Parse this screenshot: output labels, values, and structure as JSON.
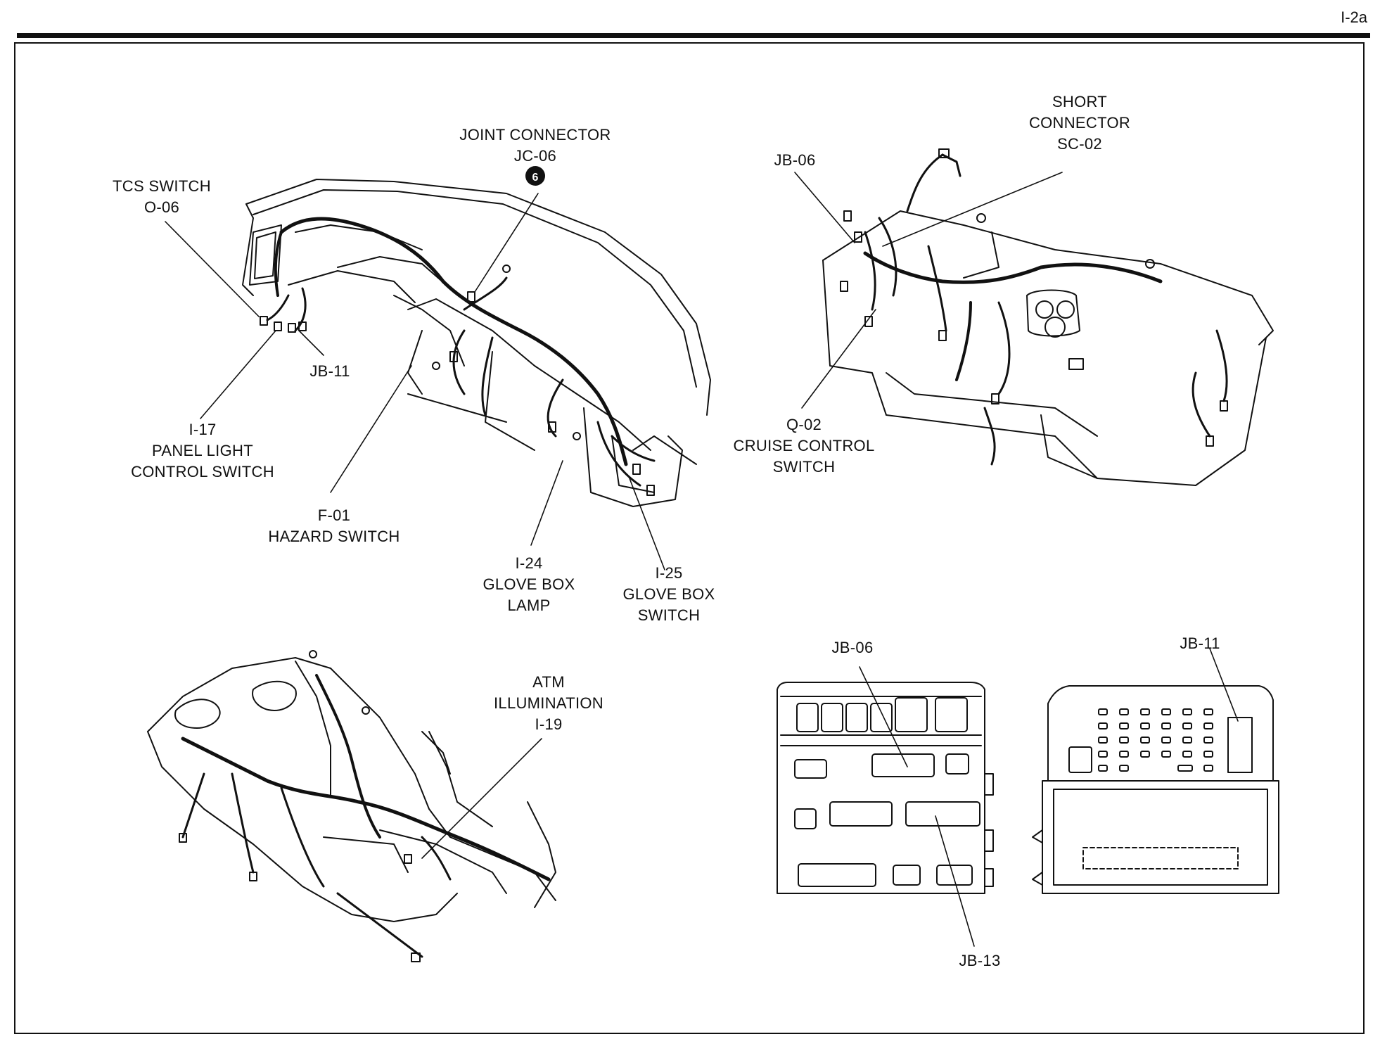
{
  "page_number": "I-2a",
  "labels": {
    "tcs_switch": [
      "TCS SWITCH",
      "O-06"
    ],
    "joint_connector": [
      "JOINT CONNECTOR",
      "JC-06"
    ],
    "jc_badge": "6",
    "jb11_top": "JB-11",
    "panel_light": [
      "I-17",
      "PANEL LIGHT",
      "CONTROL SWITCH"
    ],
    "hazard": [
      "F-01",
      "HAZARD SWITCH"
    ],
    "glove_lamp": [
      "I-24",
      "GLOVE BOX",
      "LAMP"
    ],
    "glove_switch": [
      "I-25",
      "GLOVE BOX",
      "SWITCH"
    ],
    "short_connector": [
      "SHORT",
      "CONNECTOR",
      "SC-02"
    ],
    "jb06_top": "JB-06",
    "cruise": [
      "Q-02",
      "CRUISE CONTROL",
      "SWITCH"
    ],
    "atm": [
      "ATM",
      "ILLUMINATION",
      "I-19"
    ],
    "jb06_box": "JB-06",
    "jb11_box": "JB-11",
    "jb13": "JB-13"
  }
}
